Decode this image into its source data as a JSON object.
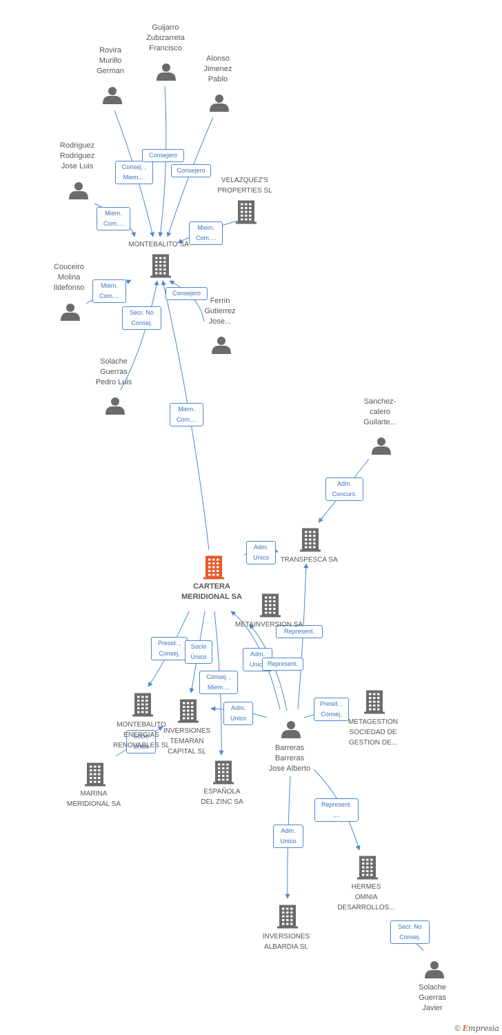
{
  "nodes": [
    {
      "id": "guijarro",
      "type": "person",
      "lines": [
        "Guijarro",
        "Zubizarreta",
        "Francisco"
      ]
    },
    {
      "id": "rovira",
      "type": "person",
      "lines": [
        "Rovira",
        "Murillo",
        "German"
      ]
    },
    {
      "id": "alonso",
      "type": "person",
      "lines": [
        "Alonso",
        "Jimenez",
        "Pablo"
      ]
    },
    {
      "id": "rodriguez",
      "type": "person",
      "lines": [
        "Rodriguez",
        "Rodriguez",
        "Jose Luis"
      ]
    },
    {
      "id": "velazquez",
      "type": "company",
      "lines": [
        "VELAZQUEZ'S",
        "PROPERTIES SL"
      ]
    },
    {
      "id": "montebalito",
      "type": "company",
      "lines": [
        "MONTEBALITO SA"
      ]
    },
    {
      "id": "couceiro",
      "type": "person",
      "lines": [
        "Couceiro",
        "Molina",
        "Ildefonso"
      ]
    },
    {
      "id": "ferrin",
      "type": "person",
      "lines": [
        "Ferrin",
        "Gutierrez",
        "Jose..."
      ]
    },
    {
      "id": "solache_pl",
      "type": "person",
      "lines": [
        "Solache",
        "Guerras",
        "Pedro Luis"
      ]
    },
    {
      "id": "sanchez",
      "type": "person",
      "lines": [
        "Sanchez-",
        "calero",
        "Guilarte..."
      ]
    },
    {
      "id": "transpesca",
      "type": "company",
      "lines": [
        "TRANSPESCA SA"
      ]
    },
    {
      "id": "cartera",
      "type": "main",
      "lines": [
        "CARTERA",
        "MERIDIONAL SA"
      ]
    },
    {
      "id": "metainversion",
      "type": "company",
      "lines": [
        "METAINVERSION SA"
      ]
    },
    {
      "id": "montebalito_en",
      "type": "company",
      "lines": [
        "MONTEBALITO",
        "ENERGIAS",
        "RENOVABLES SL"
      ]
    },
    {
      "id": "inv_temaran",
      "type": "company",
      "lines": [
        "INVERSIONES",
        "TEMARAN",
        "CAPITAL SL"
      ]
    },
    {
      "id": "barreras",
      "type": "person",
      "lines": [
        "Barreras",
        "Barreras",
        "Jose Alberto"
      ]
    },
    {
      "id": "metagestion",
      "type": "company",
      "lines": [
        "METAGESTION",
        "SOCIEDAD DE",
        "GESTION DE..."
      ]
    },
    {
      "id": "marina",
      "type": "company",
      "lines": [
        "MARINA",
        "MERIDIONAL SA"
      ]
    },
    {
      "id": "espanola",
      "type": "company",
      "lines": [
        "ESPAÑOLA",
        "DEL ZINC SA"
      ]
    },
    {
      "id": "hermes",
      "type": "company",
      "lines": [
        "HERMES",
        "OMNIA",
        "DESARROLLOS..."
      ]
    },
    {
      "id": "inv_albardia",
      "type": "company",
      "lines": [
        "INVERSIONES",
        "ALBARDIA SL"
      ]
    },
    {
      "id": "solache_j",
      "type": "person",
      "lines": [
        "Solache",
        "Guerras",
        "Javier"
      ]
    }
  ],
  "edges": [
    {
      "from": "rovira",
      "to": "montebalito",
      "label": [
        "Consej. ,",
        "Miem...."
      ]
    },
    {
      "from": "guijarro",
      "to": "montebalito",
      "label": [
        "Consejero"
      ]
    },
    {
      "from": "alonso",
      "to": "montebalito",
      "label": [
        "Consejero"
      ]
    },
    {
      "from": "rodriguez",
      "to": "montebalito",
      "label": [
        "Miem.",
        "Com...."
      ]
    },
    {
      "from": "velazquez",
      "to": "montebalito",
      "label": [
        "Miem.",
        "Com...."
      ]
    },
    {
      "from": "couceiro",
      "to": "montebalito",
      "label": [
        "Miem.",
        "Com...."
      ]
    },
    {
      "from": "ferrin",
      "to": "montebalito",
      "label": [
        "Consejero"
      ]
    },
    {
      "from": "solache_pl",
      "to": "montebalito",
      "label": [
        "Secr.  No",
        "Consej."
      ]
    },
    {
      "from": "cartera",
      "to": "montebalito",
      "label": [
        "Miem.",
        "Com...."
      ]
    },
    {
      "from": "sanchez",
      "to": "transpesca",
      "label": [
        "Adm.",
        "Concurs."
      ]
    },
    {
      "from": "cartera",
      "to": "transpesca",
      "label": [
        "Adm.",
        "Unico"
      ]
    },
    {
      "from": "barreras",
      "to": "transpesca",
      "label": [
        "Represent."
      ]
    },
    {
      "from": "barreras",
      "to": "cartera",
      "label": [
        "Adm.",
        "Unico"
      ]
    },
    {
      "from": "barreras",
      "to": "metainversion",
      "label": [
        "Represent."
      ]
    },
    {
      "from": "cartera",
      "to": "montebalito_en",
      "label": [
        "Presid. ,",
        "Consej."
      ]
    },
    {
      "from": "cartera",
      "to": "inv_temaran",
      "label": [
        "Socio",
        "Único"
      ]
    },
    {
      "from": "cartera",
      "to": "espanola",
      "label": [
        "Consej. ,",
        "Miem...."
      ]
    },
    {
      "from": "barreras",
      "to": "inv_temaran",
      "label": [
        "Adm.",
        "Unico"
      ]
    },
    {
      "from": "barreras",
      "to": "metagestion",
      "label": [
        "Presid. ,",
        "Consej."
      ]
    },
    {
      "from": "marina",
      "to": "montebalito_en",
      "label": [
        "Socio",
        "Único"
      ]
    },
    {
      "from": "barreras",
      "to": "hermes",
      "label": [
        "Represent.",
        ",..."
      ]
    },
    {
      "from": "barreras",
      "to": "inv_albardia",
      "label": [
        "Adm.",
        "Unico"
      ]
    },
    {
      "from": "solache_j",
      "to": "hermes",
      "label": [
        "Secr.  No",
        "Consej."
      ]
    }
  ],
  "footer": {
    "copyright": "©",
    "brand_initial": "E",
    "brand_rest": "mpresia"
  },
  "colors": {
    "edge": "#4a86d4",
    "icon": "#6b6b6b",
    "main_icon": "#e8582a",
    "label_text": "#555555"
  }
}
